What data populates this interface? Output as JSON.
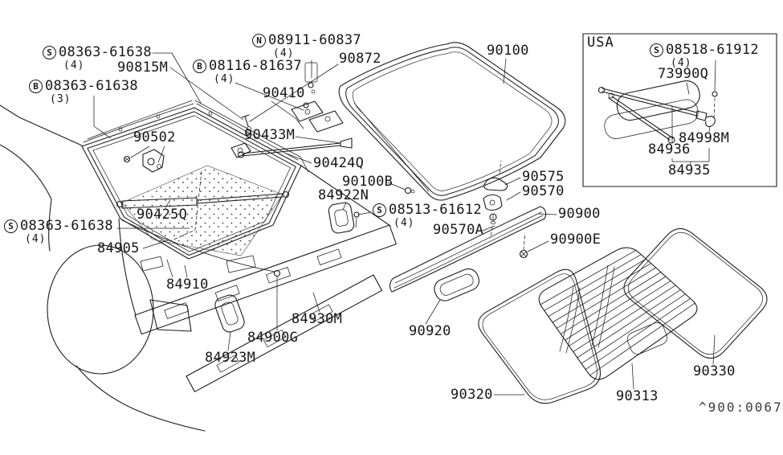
{
  "page": {
    "watermark": "^900:0067",
    "inset_region_label": "USA",
    "line_color": "#1c1c1c",
    "background_color": "#ffffff"
  },
  "labels": {
    "s08363_4": {
      "prefix": "S",
      "part": "08363-61638",
      "qty": "(4)"
    },
    "p90815M": {
      "part": "90815M"
    },
    "b08116": {
      "prefix": "B",
      "part": "08116-81637",
      "qty": "(4)"
    },
    "b08363_3": {
      "prefix": "B",
      "part": "08363-61638",
      "qty": "(3)"
    },
    "n08911": {
      "prefix": "N",
      "part": "08911-60837",
      "qty": "(4)"
    },
    "p90872": {
      "part": "90872"
    },
    "p90410": {
      "part": "90410"
    },
    "p90100": {
      "part": "90100"
    },
    "p90502": {
      "part": "90502"
    },
    "p90433M": {
      "part": "90433M"
    },
    "p90424Q": {
      "part": "90424Q"
    },
    "p90425Q": {
      "part": "90425Q"
    },
    "s08363b": {
      "prefix": "S",
      "part": "08363-61638",
      "qty": "(4)"
    },
    "p84905": {
      "part": "84905"
    },
    "p84910": {
      "part": "84910"
    },
    "p90100B": {
      "part": "90100B"
    },
    "p84922N": {
      "part": "84922N"
    },
    "s08513": {
      "prefix": "S",
      "part": "08513-61612",
      "qty": "(4)"
    },
    "p90570A": {
      "part": "90570A"
    },
    "p90575": {
      "part": "90575"
    },
    "p90570": {
      "part": "90570"
    },
    "p90900": {
      "part": "90900"
    },
    "p90900E": {
      "part": "90900E"
    },
    "p90920": {
      "part": "90920"
    },
    "p84930M": {
      "part": "84930M"
    },
    "p84900G": {
      "part": "84900G"
    },
    "p84923M": {
      "part": "84923M"
    },
    "p90320": {
      "part": "90320"
    },
    "p90313": {
      "part": "90313"
    },
    "p90330": {
      "part": "90330"
    },
    "usa": {
      "part": "USA"
    },
    "s08518": {
      "prefix": "S",
      "part": "08518-61912",
      "qty": "(4)"
    },
    "p73990Q": {
      "part": "73990Q"
    },
    "p84998M": {
      "part": "84998M"
    },
    "p84936": {
      "part": "84936"
    },
    "p84935": {
      "part": "84935"
    }
  }
}
